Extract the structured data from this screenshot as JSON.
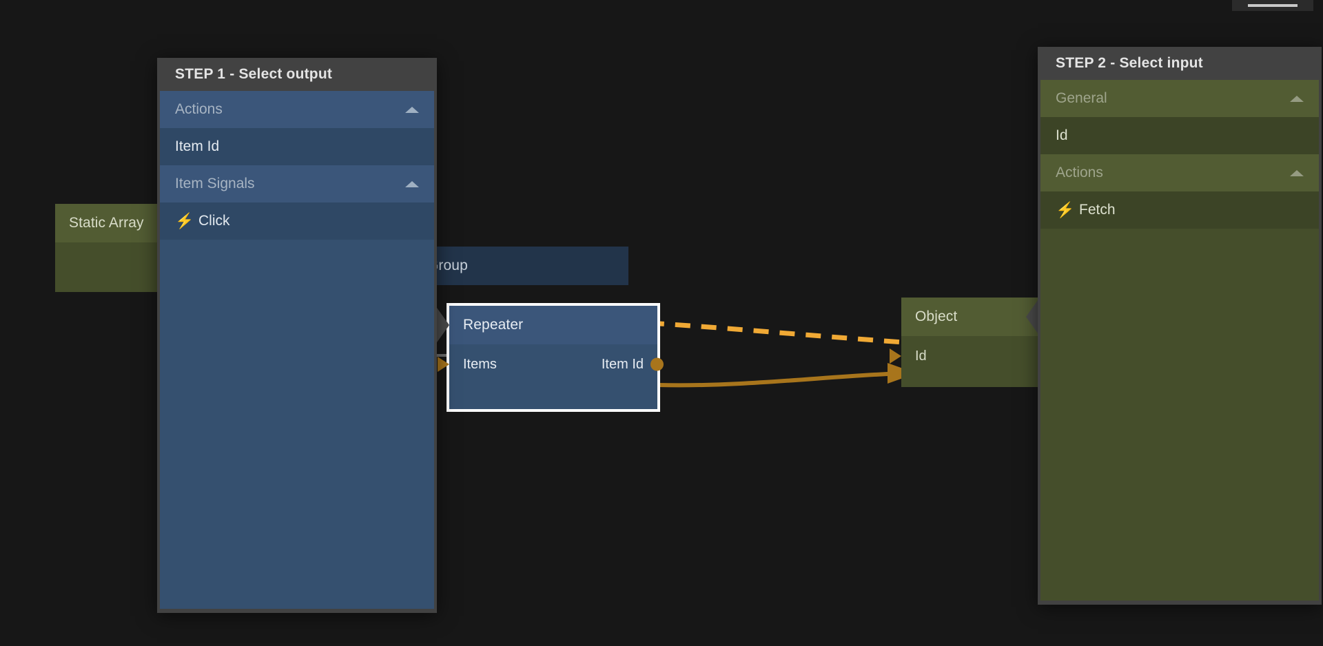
{
  "app": {
    "background": "#171717",
    "accent_signal": "#f0a935",
    "accent_data": "#a8751c",
    "blue_node": "#35506f",
    "green_node": "#454e2b"
  },
  "window_controls": {
    "menu_icon": "menu-bar-icon"
  },
  "step_panels": [
    {
      "id": "step1",
      "title": "STEP 1 - Select output",
      "theme": "blue",
      "rows": [
        {
          "type": "group",
          "label": "Actions",
          "icon": "chevron-up-icon",
          "expanded": true
        },
        {
          "type": "leaf",
          "label": "Item Id",
          "icon": ""
        },
        {
          "type": "group",
          "label": "Item Signals",
          "icon": "chevron-up-icon",
          "expanded": true
        },
        {
          "type": "leaf",
          "label": "Click",
          "icon": "lightning-bolt-icon",
          "glyph": "⚡"
        }
      ]
    },
    {
      "id": "step2",
      "title": "STEP 2 - Select input",
      "theme": "green",
      "rows": [
        {
          "type": "group",
          "label": "General",
          "icon": "chevron-up-icon",
          "expanded": true
        },
        {
          "type": "leaf",
          "label": "Id",
          "icon": ""
        },
        {
          "type": "group",
          "label": "Actions",
          "icon": "chevron-up-icon",
          "expanded": true
        },
        {
          "type": "leaf",
          "label": "Fetch",
          "icon": "lightning-bolt-icon",
          "glyph": "⚡"
        }
      ]
    }
  ],
  "nodes": [
    {
      "id": "static-array",
      "title": "Static Array",
      "theme": "green",
      "rows": []
    },
    {
      "id": "group",
      "title": "Group",
      "theme": "group",
      "rows": []
    },
    {
      "id": "repeater",
      "title": "Repeater",
      "theme": "blue",
      "selected": true,
      "rows": [
        {
          "input_label": "Items",
          "output_label": "Item Id"
        }
      ]
    },
    {
      "id": "object",
      "title": "Object",
      "theme": "green",
      "rows": [
        {
          "input_label": "Id",
          "output_label": ""
        }
      ]
    }
  ],
  "connections": [
    {
      "id": "signal-wire",
      "style": "dashed",
      "color": "#f0a935",
      "from": "repeater.signal-out",
      "to": "object.title"
    },
    {
      "id": "data-wire",
      "style": "solid",
      "color": "#a8751c",
      "from": "repeater.item-id",
      "to": "object.id"
    }
  ]
}
